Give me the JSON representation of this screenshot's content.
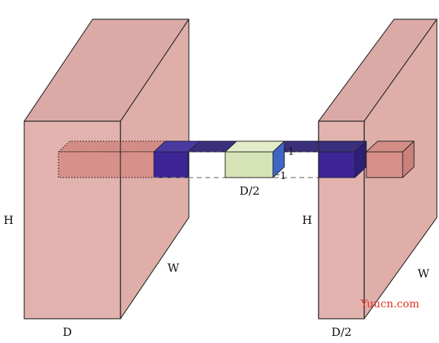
{
  "labels": {
    "left_height": "H",
    "left_depth": "D",
    "left_width": "W",
    "right_height": "H",
    "right_depth": "D/2",
    "right_width": "W",
    "center_depth": "D/2",
    "unit_top": "1",
    "unit_bottom": "1"
  },
  "watermark": "Yuucn.com",
  "colors": {
    "block_fill": "#e2b0ac",
    "block_stroke": "#222222",
    "beam_fill": "#d88e87",
    "purple": "#3b1f8c",
    "navy": "#2c2c66",
    "small_cube": "#d6e3b6",
    "blue_edge": "#3f66c4",
    "watermark": "#e0301e"
  }
}
